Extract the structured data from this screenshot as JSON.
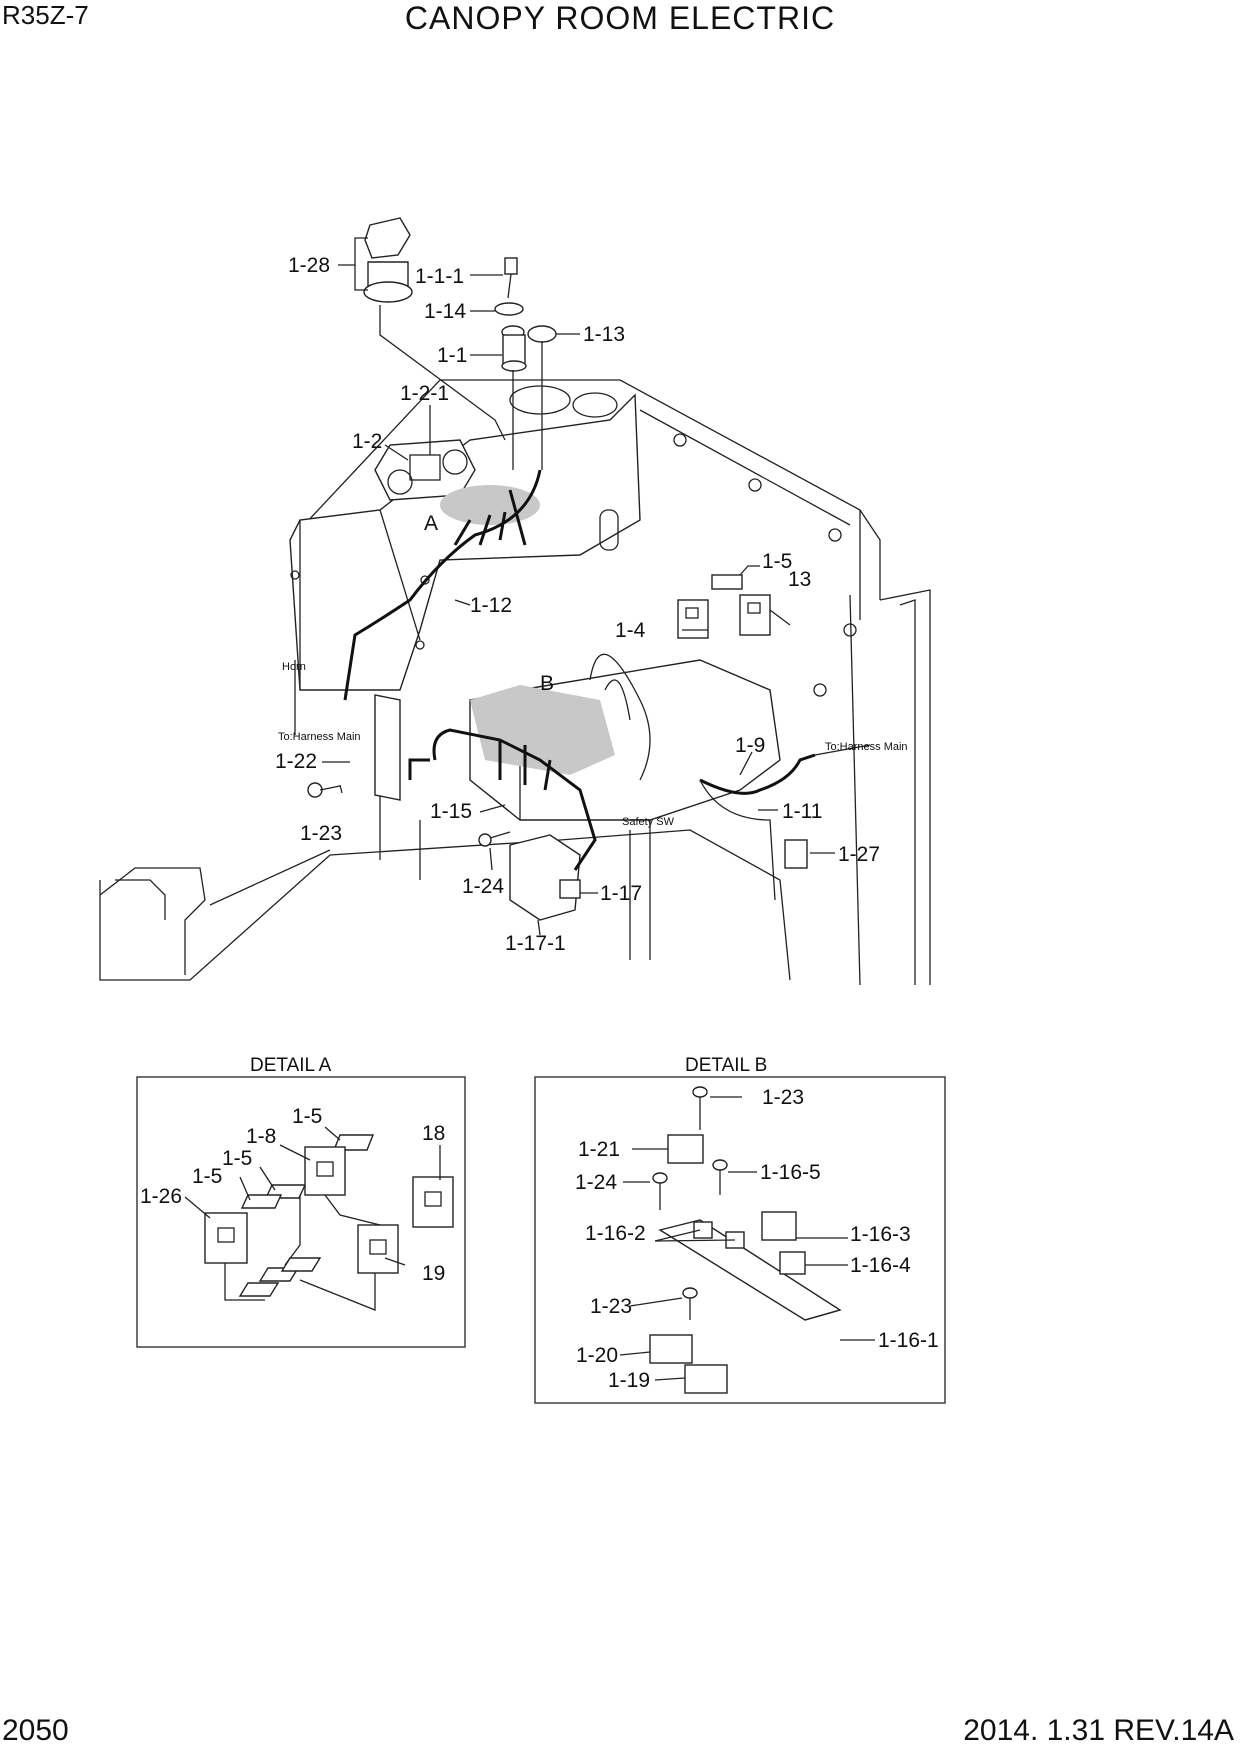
{
  "header": {
    "model": "R35Z-7",
    "title": "CANOPY ROOM ELECTRIC"
  },
  "footer": {
    "page_number": "2050",
    "revision": "2014. 1.31  REV.14A"
  },
  "main_callouts": {
    "c1_28": "1-28",
    "c1_1_1": "1-1-1",
    "c1_14": "1-14",
    "c1_13": "1-13",
    "c1_1": "1-1",
    "c1_2_1": "1-2-1",
    "c1_2": "1-2",
    "c_A": "A",
    "c1_12": "1-12",
    "c1_5": "1-5",
    "c13": "13",
    "c1_4": "1-4",
    "c_B": "B",
    "c1_9": "1-9",
    "c1_22": "1-22",
    "c1_23": "1-23",
    "c1_15": "1-15",
    "c1_11": "1-11",
    "c1_27": "1-27",
    "c1_24": "1-24",
    "c1_17": "1-17",
    "c1_17_1": "1-17-1"
  },
  "small_labels": {
    "horn": "Horn",
    "harness_left": "To:Harness Main",
    "harness_right": "To:Harness Main",
    "safety_sw": "Safety SW"
  },
  "detail_a": {
    "title": "DETAIL A",
    "c1_5_top": "1-5",
    "c18": "18",
    "c1_8": "1-8",
    "c1_5_mid": "1-5",
    "c1_5_low": "1-5",
    "c1_26": "1-26",
    "c19": "19"
  },
  "detail_b": {
    "title": "DETAIL B",
    "c1_23_top": "1-23",
    "c1_21": "1-21",
    "c1_16_5": "1-16-5",
    "c1_24": "1-24",
    "c1_16_2": "1-16-2",
    "c1_16_3": "1-16-3",
    "c1_16_4": "1-16-4",
    "c1_23_low": "1-23",
    "c1_16_1": "1-16-1",
    "c1_20": "1-20",
    "c1_19": "1-19"
  }
}
